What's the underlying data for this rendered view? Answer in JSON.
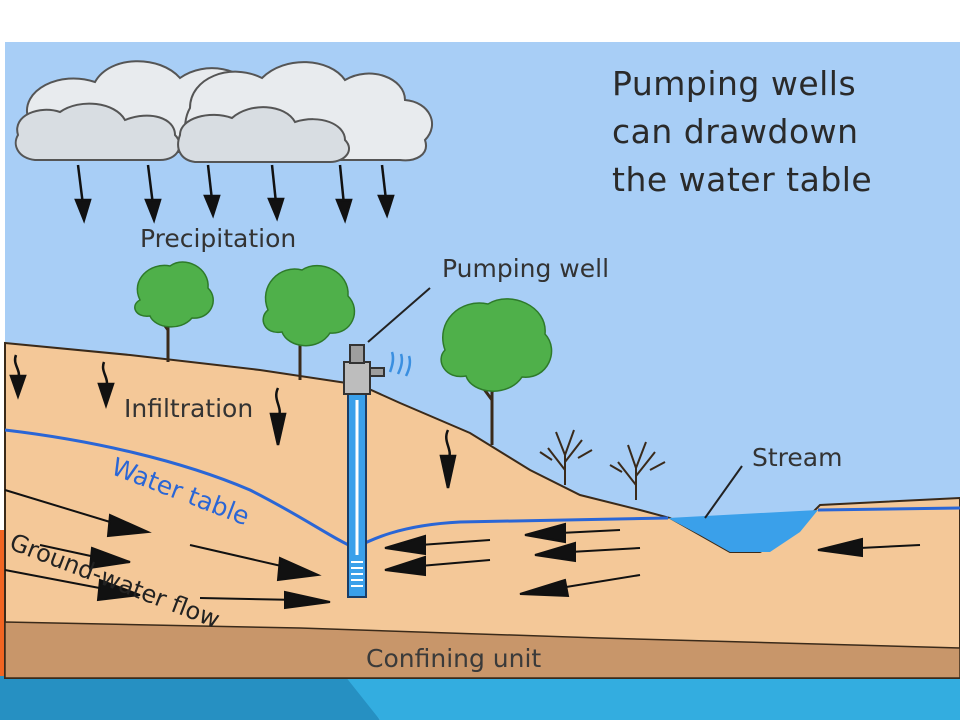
{
  "title": {
    "lines": [
      "Pumping wells",
      "can drawdown",
      "the water table"
    ]
  },
  "labels": {
    "precipitation": "Precipitation",
    "pumping_well": "Pumping well",
    "infiltration": "Infiltration",
    "water_table": "Water table",
    "stream": "Stream",
    "groundwater_flow": "Ground-water flow",
    "confining_unit": "Confining unit"
  },
  "colors": {
    "sky": "#a8cef6",
    "ground": "#f4c898",
    "confining_unit": "#c8966a",
    "water": "#3aa0ea",
    "water_table_line": "#2a66d6",
    "tree_canopy": "#4fb04a",
    "slide_accent_orange": "#f26522",
    "slide_accent_blue": "#2fa6d8"
  }
}
